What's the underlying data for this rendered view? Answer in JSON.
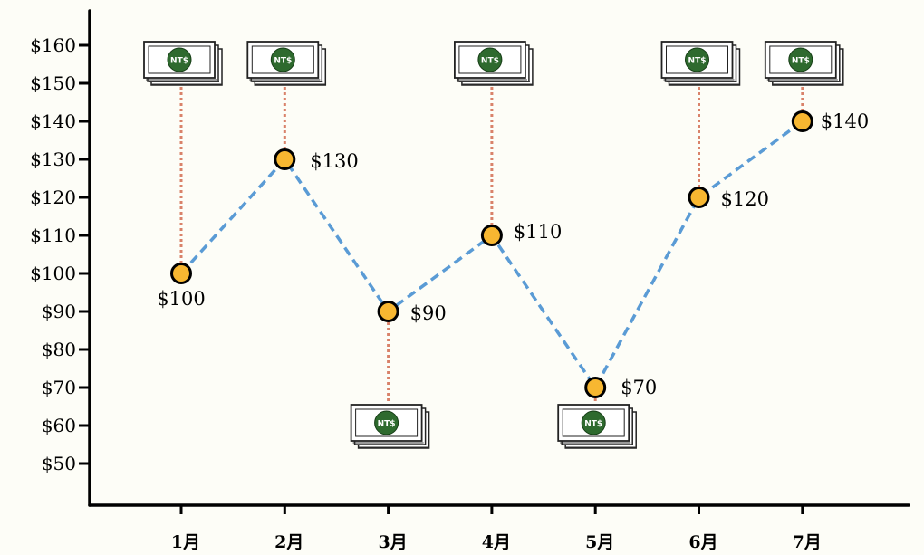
{
  "chart_data": {
    "type": "line",
    "title": "",
    "xlabel": "",
    "ylabel": "",
    "categories": [
      "1月",
      "2月",
      "3月",
      "4月",
      "5月",
      "6月",
      "7月"
    ],
    "series": [
      {
        "values": [
          100,
          130,
          90,
          110,
          70,
          120,
          140
        ]
      }
    ],
    "data_labels": [
      "$100",
      "$130",
      "$90",
      "$110",
      "$70",
      "$120",
      "$140"
    ],
    "y_ticks": [
      50,
      60,
      70,
      80,
      90,
      100,
      110,
      120,
      130,
      140,
      150,
      160
    ],
    "y_tick_labels": [
      "$50",
      "$60",
      "$70",
      "$80",
      "$90",
      "$100",
      "$110",
      "$120",
      "$130",
      "$140",
      "$150",
      "$160"
    ],
    "ylim": [
      40,
      170
    ],
    "grid": false,
    "legend": "none",
    "bill_text": "NT$",
    "bill_position": [
      "above",
      "above",
      "below",
      "above",
      "below",
      "above",
      "above"
    ],
    "colors": {
      "line": "#5a9bd5",
      "marker_fill": "#f7b731",
      "marker_stroke": "#000000",
      "connector": "#d9826a",
      "bill_seal": "#2e6a2e",
      "bill_paper": "#ffffff",
      "axis": "#000000"
    }
  }
}
